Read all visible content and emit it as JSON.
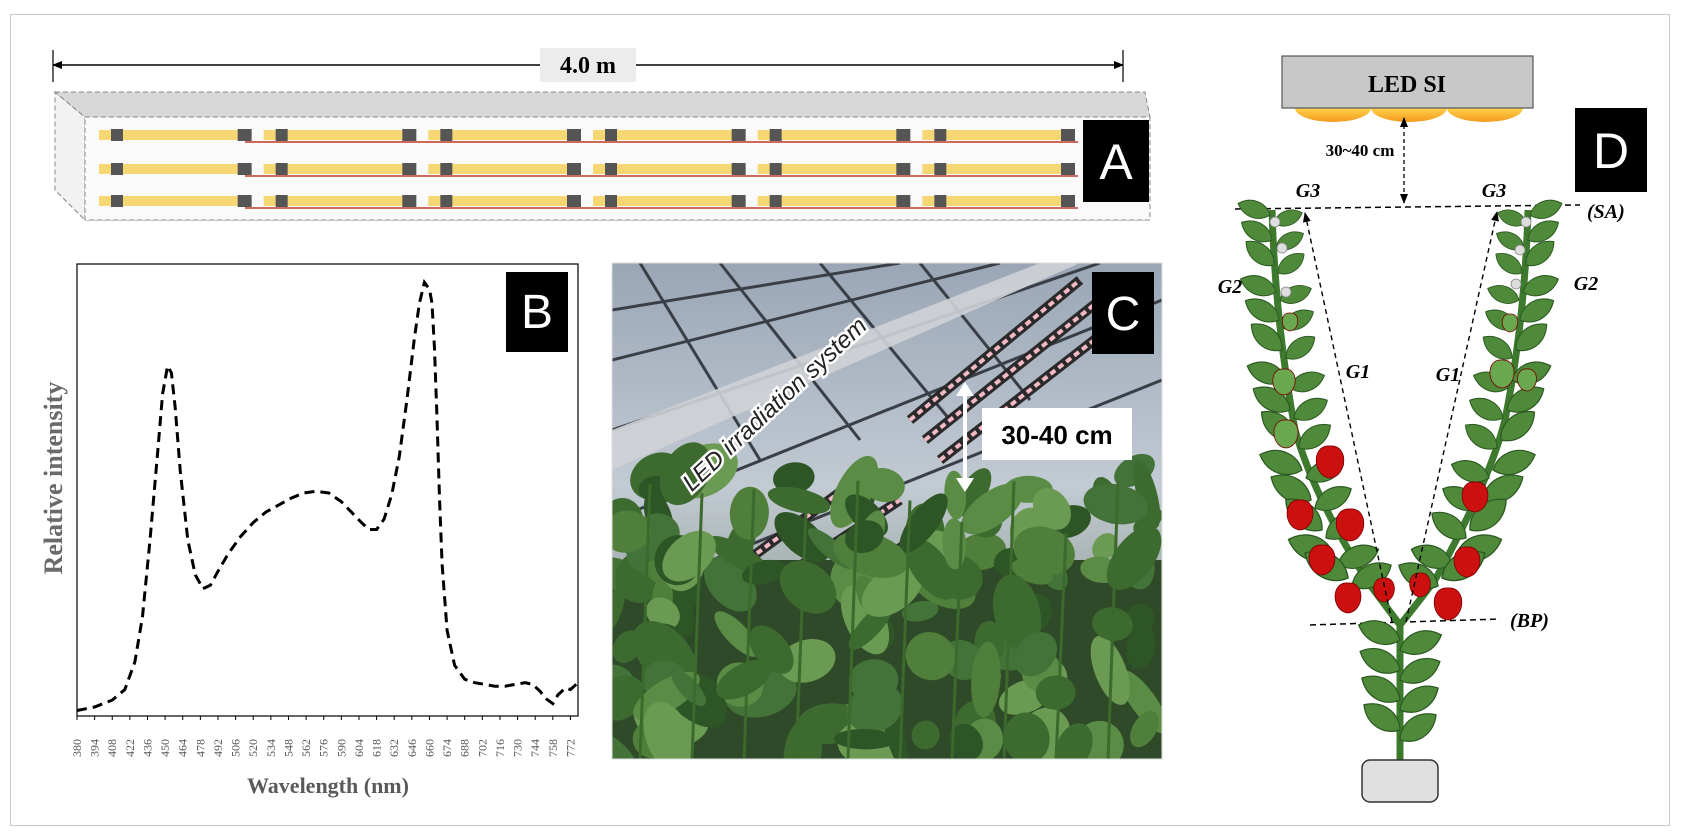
{
  "panels": {
    "a": {
      "label": "A",
      "length": "4.0 m",
      "rows": 3,
      "segments_per_row": 6
    },
    "b": {
      "label": "B",
      "chart_data": {
        "type": "line",
        "xlabel": "Wavelength (nm)",
        "ylabel": "Relative  intensity",
        "x_ticks": [
          380,
          394,
          408,
          422,
          436,
          450,
          464,
          478,
          492,
          506,
          520,
          534,
          548,
          562,
          576,
          590,
          604,
          618,
          632,
          646,
          660,
          674,
          688,
          702,
          716,
          730,
          744,
          758,
          772
        ],
        "xlim": [
          380,
          778
        ],
        "ylim": [
          0,
          1.0
        ],
        "grid": false,
        "series": [
          {
            "style": "dashed",
            "color": "#000000",
            "x": [
              380,
              394,
              408,
              418,
              426,
              432,
              438,
              444,
              448,
              452,
              455,
              458,
              462,
              468,
              474,
              480,
              486,
              492,
              500,
              510,
              520,
              530,
              540,
              550,
              560,
              570,
              580,
              590,
              598,
              606,
              612,
              618,
              624,
              630,
              636,
              642,
              648,
              652,
              656,
              660,
              662,
              664,
              666,
              668,
              670,
              674,
              680,
              688,
              696,
              704,
              712,
              720,
              728,
              736,
              742,
              748,
              752,
              758,
              762,
              768,
              772,
              778
            ],
            "y": [
              0.01,
              0.02,
              0.04,
              0.07,
              0.15,
              0.28,
              0.5,
              0.75,
              0.92,
              1.0,
              0.98,
              0.88,
              0.7,
              0.5,
              0.4,
              0.36,
              0.37,
              0.41,
              0.46,
              0.51,
              0.55,
              0.58,
              0.6,
              0.62,
              0.635,
              0.64,
              0.635,
              0.61,
              0.58,
              0.55,
              0.53,
              0.53,
              0.56,
              0.63,
              0.74,
              0.9,
              1.08,
              1.18,
              1.24,
              1.22,
              1.18,
              1.05,
              0.85,
              0.62,
              0.43,
              0.24,
              0.14,
              0.1,
              0.09,
              0.085,
              0.08,
              0.08,
              0.085,
              0.09,
              0.085,
              0.065,
              0.045,
              0.03,
              0.055,
              0.075,
              0.07,
              0.09
            ]
          }
        ]
      }
    },
    "c": {
      "label": "C",
      "system_label": "LED irradiation system",
      "distance": "30-40 cm"
    },
    "d": {
      "label": "D",
      "lamp_label": "LED SI",
      "distance": "30~40 cm",
      "g3_left": "G3",
      "g3_right": "G3",
      "g2_left": "G2",
      "g2_right": "G2",
      "g1_left": "G1",
      "g1_right": "G1",
      "sa": "(SA)",
      "bp": "(BP)",
      "colors": {
        "leaf": "#4f8a3a",
        "fruit": "#cc1010",
        "stem": "#3d7a2e",
        "pot": "#e0e0e0"
      }
    }
  }
}
